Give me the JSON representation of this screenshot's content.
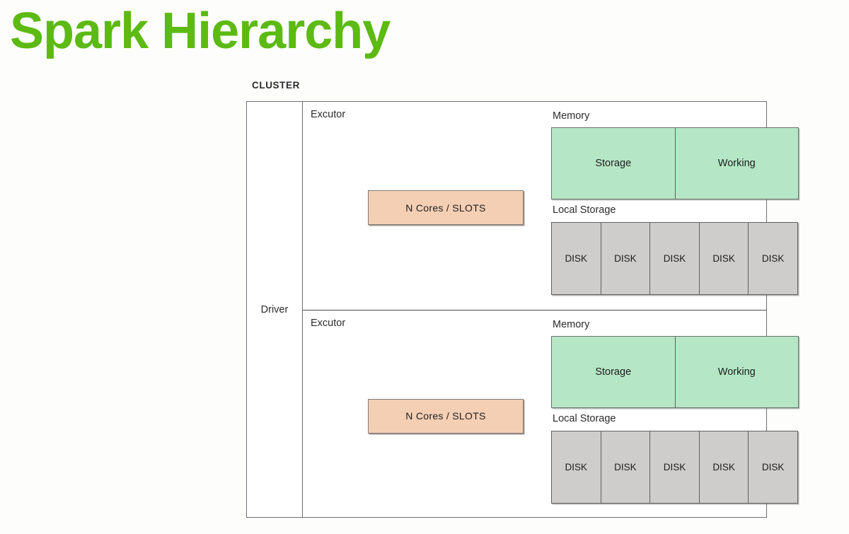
{
  "slide": {
    "title": "Spark Hierarchy",
    "title_color": "#5cba12",
    "background_color": "#fdfdfc"
  },
  "diagram": {
    "cluster_label": "CLUSTER",
    "driver_label": "Driver",
    "border_color": "#6e6e6e",
    "executors": [
      {
        "label": "Excutor",
        "cores": {
          "label": "N Cores / SLOTS",
          "color": "#f5cfb4"
        },
        "memory": {
          "caption": "Memory",
          "color": "#b5e7c6",
          "cells": [
            {
              "label": "Storage"
            },
            {
              "label": "Working"
            }
          ]
        },
        "local_storage": {
          "caption": "Local Storage",
          "color": "#cfcdcb",
          "disks": [
            {
              "label": "DISK"
            },
            {
              "label": "DISK"
            },
            {
              "label": "DISK"
            },
            {
              "label": "DISK"
            },
            {
              "label": "DISK"
            }
          ]
        }
      },
      {
        "label": "Excutor",
        "cores": {
          "label": "N Cores / SLOTS",
          "color": "#f5cfb4"
        },
        "memory": {
          "caption": "Memory",
          "color": "#b5e7c6",
          "cells": [
            {
              "label": "Storage"
            },
            {
              "label": "Working"
            }
          ]
        },
        "local_storage": {
          "caption": "Local Storage",
          "color": "#cfcdcb",
          "disks": [
            {
              "label": "DISK"
            },
            {
              "label": "DISK"
            },
            {
              "label": "DISK"
            },
            {
              "label": "DISK"
            },
            {
              "label": "DISK"
            }
          ]
        }
      }
    ]
  }
}
